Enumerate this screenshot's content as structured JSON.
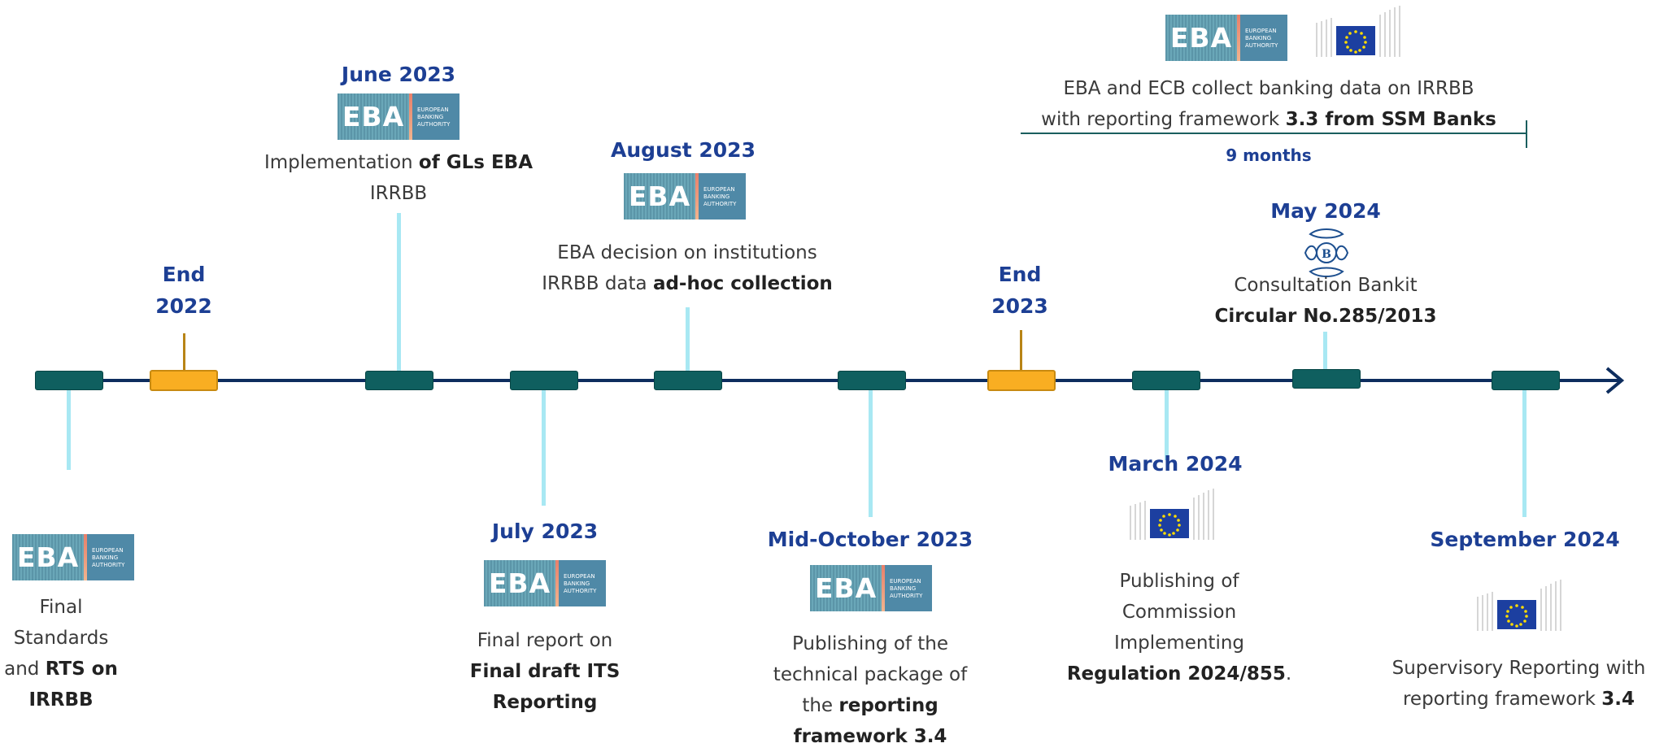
{
  "logos": {
    "eba_text": "EBA",
    "eba_caption": "EUROPEAN BANKING AUTHORITY"
  },
  "milestones": {
    "end2022": {
      "date": "End 2022"
    },
    "june2023": {
      "date": "June 2023",
      "desc_pre": "Implementation ",
      "desc_bold": "of GLs EBA",
      "desc_post": "IRRBB"
    },
    "aug2023": {
      "date": "August 2023",
      "desc_line1": "EBA decision on institutions",
      "desc_pre": "IRRBB data ",
      "desc_bold": "ad-hoc collection"
    },
    "end2023": {
      "date": "End 2023"
    },
    "ecb": {
      "desc_line1": "EBA and ECB collect banking data on IRRBB",
      "desc_pre": "with reporting framework ",
      "desc_bold": "3.3 from SSM Banks",
      "duration": "9 months"
    },
    "may2024": {
      "date": "May 2024",
      "desc_line1": "Consultation Bankit",
      "desc_bold": "Circular No.285/2013"
    },
    "final_rts": {
      "line1": "Final",
      "line2": "Standards",
      "line3_pre": "and ",
      "line3_bold": "RTS on",
      "line4_bold": "IRRBB"
    },
    "july2023": {
      "date": "July 2023",
      "line1": "Final report on",
      "line2_bold": "Final draft ITS",
      "line3_bold": "Reporting"
    },
    "midoct2023": {
      "date": "Mid-October 2023",
      "line1": "Publishing of the",
      "line2": "technical package of",
      "line3_pre": "the ",
      "line3_bold": "reporting",
      "line4_bold": "framework 3.4"
    },
    "march2024": {
      "date": "March 2024",
      "line1": "Publishing of",
      "line2": "Commission",
      "line3": "Implementing",
      "line4_bold": "Regulation 2024/855",
      "line4_post": "."
    },
    "sept2024": {
      "date": "September 2024",
      "line1": "Supervisory Reporting with",
      "line2_pre": "reporting framework ",
      "line2_bold": "3.4"
    }
  },
  "colors": {
    "date_blue": "#1d3f94",
    "timeline": "#0d2d5e",
    "teal": "#0f5f5f",
    "amber": "#f9ae22",
    "stem": "#a8e8f3"
  }
}
